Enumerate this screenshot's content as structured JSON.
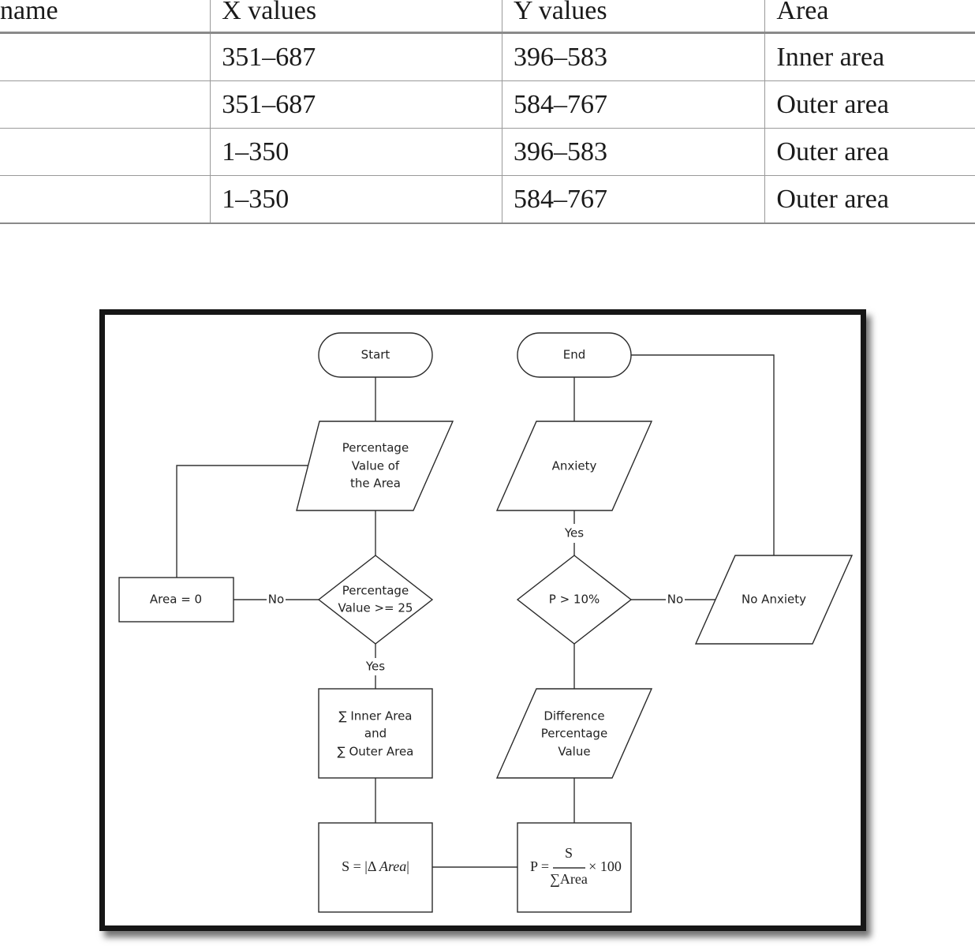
{
  "table": {
    "headers": [
      "name",
      "X values",
      "Y values",
      "Area"
    ],
    "rows": [
      [
        "",
        "351–687",
        "396–583",
        "Inner area"
      ],
      [
        "",
        "351–687",
        "584–767",
        "Outer area"
      ],
      [
        "",
        "1–350",
        "396–583",
        "Outer area"
      ],
      [
        "",
        "1–350",
        "584–767",
        "Outer area"
      ]
    ]
  },
  "flowchart": {
    "start": "Start",
    "end": "End",
    "input_area": [
      "Percentage",
      "Value of",
      "the Area"
    ],
    "area_zero": "Area = 0",
    "decision_area": [
      "Percentage",
      "Value >= 25"
    ],
    "sum_box": [
      "∑ Inner Area",
      "and",
      "∑ Outer Area"
    ],
    "formula_s": {
      "prefix": "S = |Δ ",
      "var": "Area",
      "suffix": "|"
    },
    "formula_p": {
      "left": "P =",
      "numerator": "S",
      "denominator": "∑Area",
      "right": "× 100"
    },
    "difference": [
      "Difference",
      "Percentage",
      "Value"
    ],
    "decision_p": "P > 10%",
    "anxiety": "Anxiety",
    "no_anxiety": "No Anxiety",
    "label_no": "No",
    "label_yes": "Yes"
  }
}
